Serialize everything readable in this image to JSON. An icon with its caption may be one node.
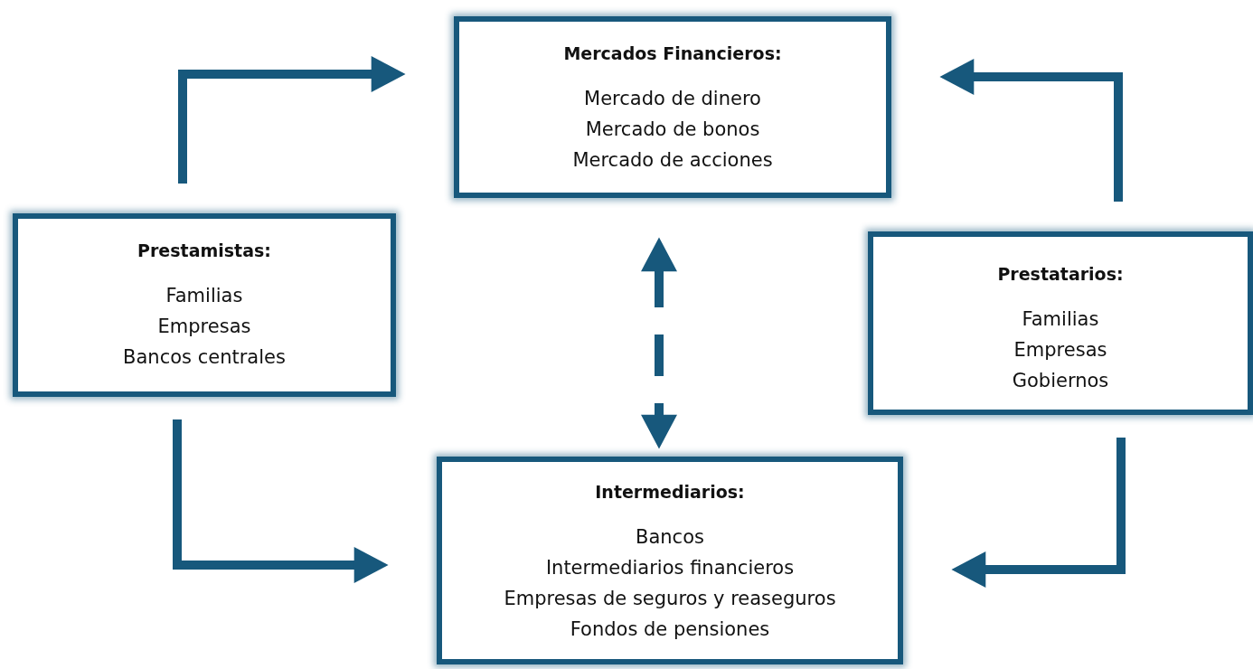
{
  "diagram": {
    "nodes": [
      {
        "text": [
          "**Mercados Financieros**:",
          "Mercado de dinero",
          "Mercado de bonos",
          "Mercado de acciones"
        ]
      },
      {
        "text": [
          "**Prestamistas**:",
          "Familias",
          "Empresas",
          "Bancos centrales"
        ]
      },
      {
        "text": [
          "Prestatarios:",
          "Familias",
          "Empresas",
          "Gobiernos"
        ]
      },
      {
        "text": [
          "Intermediarios:",
          "Bancos",
          "Intermediarios financieros",
          "Empresas de seguros y reaseguros",
          "Fondos de pensiones"
        ]
      }
    ],
    "edges": [
      {
        "from": 1,
        "to": 0,
        "arrow": "to"
      },
      {
        "from": 2,
        "to": 0,
        "arrow": "to"
      },
      {
        "from": 0,
        "to": 3,
        "arrow": "both",
        "style": "dashed"
      },
      {
        "from": 1,
        "to": 3,
        "arrow": "to"
      },
      {
        "from": 2,
        "to": 3,
        "arrow": "to"
      }
    ]
  }
}
